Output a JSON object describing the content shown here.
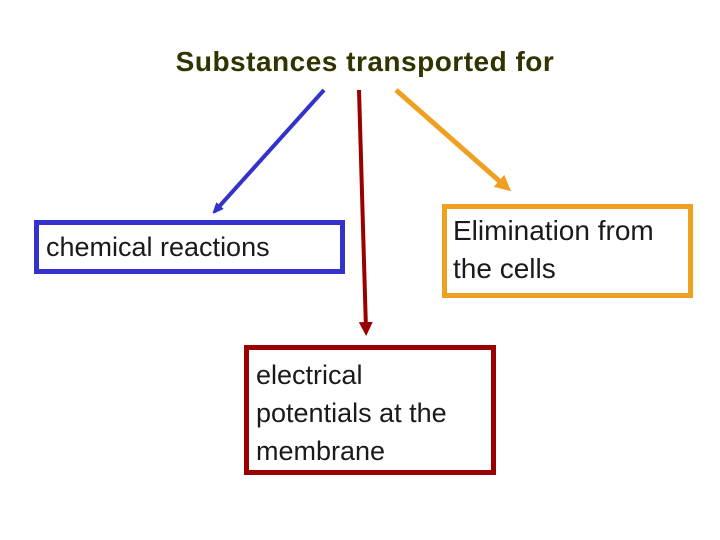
{
  "title": "Substances transported for",
  "boxes": {
    "chemical": {
      "lines": [
        "chemical reactions"
      ]
    },
    "elimination": {
      "lines": [
        "Elimination from",
        "the cells"
      ]
    },
    "electrical": {
      "lines": [
        "electrical",
        "potentials at the",
        "membrane"
      ]
    }
  },
  "colors": {
    "title": "#333300",
    "chemical": "#3333cc",
    "elimination": "#f0a020",
    "electrical": "#990000"
  }
}
